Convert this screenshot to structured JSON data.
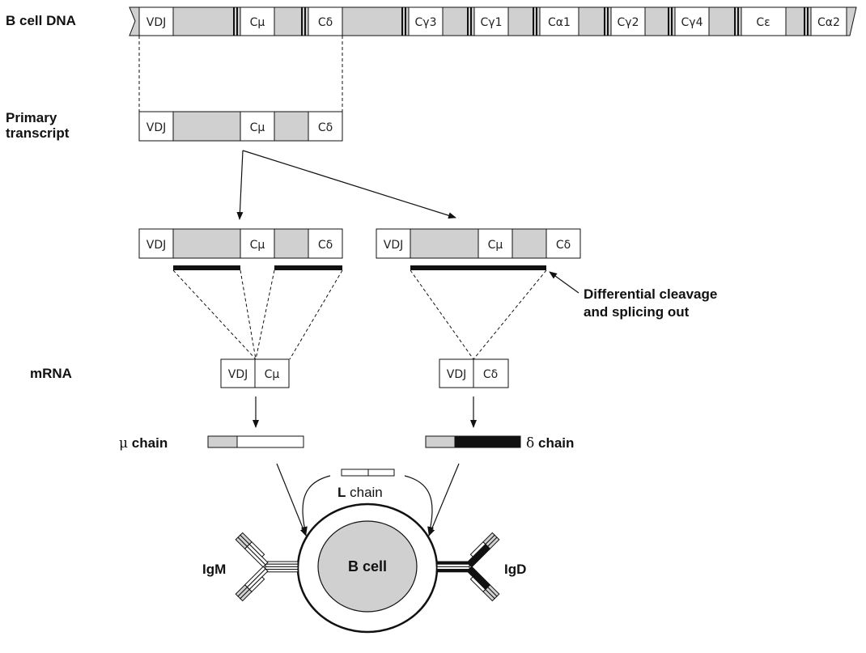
{
  "labels": {
    "dna": "B cell DNA",
    "primary_transcript_line1": "Primary",
    "primary_transcript_line2": "transcript",
    "mrna": "mRNA",
    "cleavage_line1": "Differential cleavage",
    "cleavage_line2": "and splicing out",
    "mu_symbol": "μ",
    "mu_word": "chain",
    "delta_symbol": "δ",
    "delta_word": "chain",
    "l_letter": "L",
    "l_word": "chain",
    "igm": "IgM",
    "igd": "IgD",
    "b_cell": "B cell"
  },
  "dna_segments": [
    "VDJ",
    "Cμ",
    "Cδ",
    "Cγ3",
    "Cγ1",
    "Cα1",
    "Cγ2",
    "Cγ4",
    "Cε",
    "Cα2"
  ],
  "primary_transcript_segments": [
    "VDJ",
    "Cμ",
    "Cδ"
  ],
  "spliced_left_segments": [
    "VDJ",
    "Cμ",
    "Cδ"
  ],
  "spliced_right_segments": [
    "VDJ",
    "Cμ",
    "Cδ"
  ],
  "mrna_mu_segments": [
    "VDJ",
    "Cμ"
  ],
  "mrna_delta_segments": [
    "VDJ",
    "Cδ"
  ],
  "colors": {
    "intron_gray": "#d0d0d0",
    "outline": "#111111",
    "delta_black": "#111111",
    "white": "#ffffff"
  }
}
